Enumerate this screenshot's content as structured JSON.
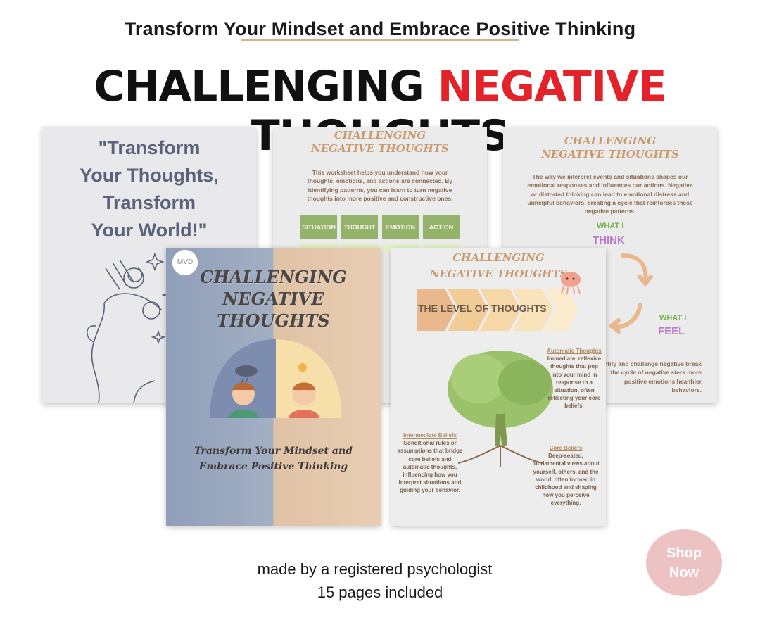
{
  "header": {
    "subtitle": "Transform Your Mindset and Embrace Positive Thinking",
    "headline_part1": "CHALLENGING",
    "headline_part2": "NEGATIVE",
    "headline_part3": "THOUGHTS"
  },
  "page_quote": {
    "line1": "\"Transform",
    "line2": "Your Thoughts,",
    "line3": "Transform",
    "line4": "Your World!\""
  },
  "page_worksheet": {
    "title_line1": "CHALLENGING",
    "title_line2": "NEGATIVE THOUGHTS",
    "body": "This worksheet helps you understand how your thoughts, emotions, and actions are connected. By identifying patterns, you can learn to turn negative thoughts into more positive and constructive ones.",
    "columns": [
      "SITUATION",
      "THOUGHT",
      "EMOTION",
      "ACTION"
    ]
  },
  "page_cycle": {
    "title_line1": "CHALLENGING",
    "title_line2": "NEGATIVE THOUGHTS",
    "body": "The way we interpret events and situations shapes our emotional responses and influences our actions. Negative or distorted thinking can lead to emotional distress and unhelpful behaviors, creating a cycle that reinforces these negative patterns.",
    "what_i_1": "WHAT I",
    "think": "THINK",
    "what_i_2": "WHAT I",
    "feel": "FEEL",
    "lower_text": "entify and challenge negative break the cycle of negative sters more positive emotions healthier behaviors."
  },
  "cover": {
    "logo": "MVD",
    "title_line1": "CHALLENGING",
    "title_line2": "NEGATIVE THOUGHTS",
    "tagline_line1": "Transform Your Mindset and",
    "tagline_line2": "Embrace Positive Thinking"
  },
  "page_levels": {
    "title_line1": "CHALLENGING",
    "title_line2": "NEGATIVE THOUGHTS",
    "banner": "THE LEVEL OF THOUGHTS",
    "auto_heading": "Automatic Thoughts",
    "auto_text": "Immediate, reflexive thoughts that pop into your mind  in response to a situation, often reflecting your core beliefs.",
    "inter_heading": "Intermediate Beliefs",
    "inter_text": "Conditional rules or assumptions that bridge core beliefs and automatic thoughts, influencing how you interpret situations and guiding your behavior.",
    "core_heading": "Core Beliefs",
    "core_text": "Deep-seated, fundamental views about yourself, others, and the world, often formed  in childhood and shaping how you perceive everything."
  },
  "footer": {
    "line1": "made by a registered psychologist",
    "line2": "15 pages included"
  },
  "cta": {
    "label_line1": "Shop",
    "label_line2": "Now"
  },
  "colors": {
    "accent_red": "#e4222a",
    "title_tan": "#c99a6e",
    "quote_slate": "#59627a",
    "table_green": "#93b36a",
    "shop_pink": "#ecc2c2"
  }
}
